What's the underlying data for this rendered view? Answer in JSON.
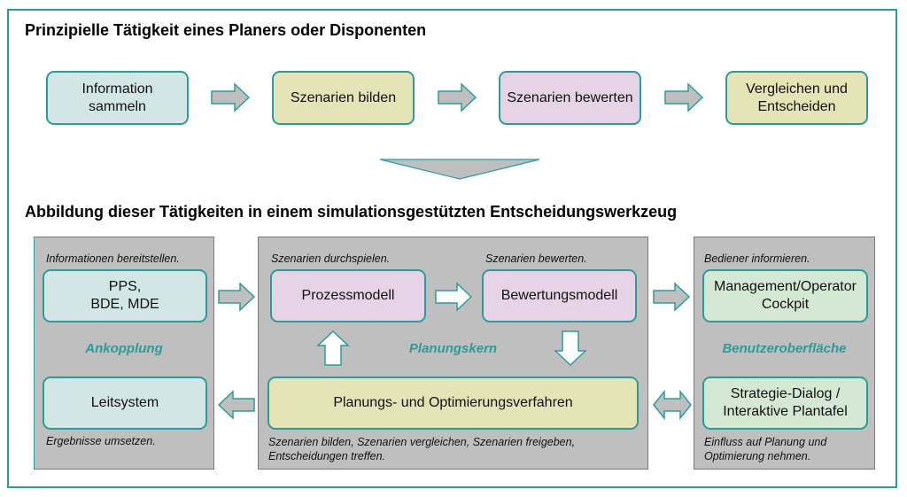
{
  "top": {
    "title": "Prinzipielle Tätigkeit eines Planers oder Disponenten",
    "steps": [
      {
        "label": "Information\nsammeln",
        "color": "#d3e6e6"
      },
      {
        "label": "Szenarien bilden",
        "color": "#e4e4b6"
      },
      {
        "label": "Szenarien bewerten",
        "color": "#e6d4e6"
      },
      {
        "label": "Vergleichen und\nEntscheiden",
        "color": "#e4e4b6"
      }
    ]
  },
  "bottom": {
    "title": "Abbildung dieser Tätigkeiten in einem simulationsgestützten Entscheidungswerkzeug",
    "left_panel": {
      "note_top": "Informationen bereitstellen.",
      "box_top": "PPS,\nBDE, MDE",
      "label": "Ankopplung",
      "box_bottom": "Leitsystem",
      "note_bottom": "Ergebnisse umsetzen."
    },
    "center_panel": {
      "note_left": "Szenarien durchspielen.",
      "note_right": "Szenarien bewerten.",
      "box_left": "Prozessmodell",
      "box_right": "Bewertungsmodell",
      "label": "Planungskern",
      "box_bottom": "Planungs- und Optimierungsverfahren",
      "note_bottom": "Szenarien bilden, Szenarien vergleichen, Szenarien freigeben,\nEntscheidungen treffen."
    },
    "right_panel": {
      "note_top": "Bediener informieren.",
      "box_top": "Management/Operator\nCockpit",
      "label": "Benutzeroberfläche",
      "box_bottom": "Strategie-Dialog /\nInteraktive Plantafel",
      "note_bottom": "Einfluss auf Planung und\nOptimierung nehmen."
    }
  },
  "colors": {
    "accent": "#2a9d9a",
    "panel": "#bfbfbf",
    "arrow_fill": "#bfbfbf"
  }
}
